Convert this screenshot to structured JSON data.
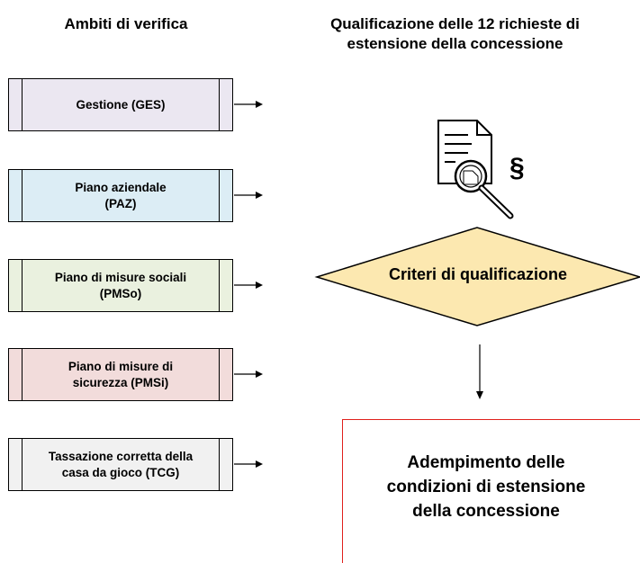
{
  "left_title": "Ambiti di verifica",
  "right_title": "Qualificazione delle 12 richieste di\nestensione della concessione",
  "areas": [
    {
      "label": "Gestione (GES)",
      "fill": "#ebe7f1"
    },
    {
      "label": "Piano aziendale\n(PAZ)",
      "fill": "#dcedf5"
    },
    {
      "label": "Piano di misure sociali\n(PMSo)",
      "fill": "#eaf1df"
    },
    {
      "label": "Piano di misure di\nsicurezza (PMSi)",
      "fill": "#f2dcdb"
    },
    {
      "label": "Tassazione corretta della\ncasa da gioco (TCG)",
      "fill": "#f1f1f1"
    }
  ],
  "document_icon": {
    "name": "document-magnifier-icon",
    "symbol": "§"
  },
  "decision": {
    "label": "Criteri di qualificazione",
    "fill": "#fce8b0"
  },
  "result": {
    "label": "Adempimento delle\ncondizioni di estensione\ndella concessione",
    "border_color": "#e0201c"
  }
}
